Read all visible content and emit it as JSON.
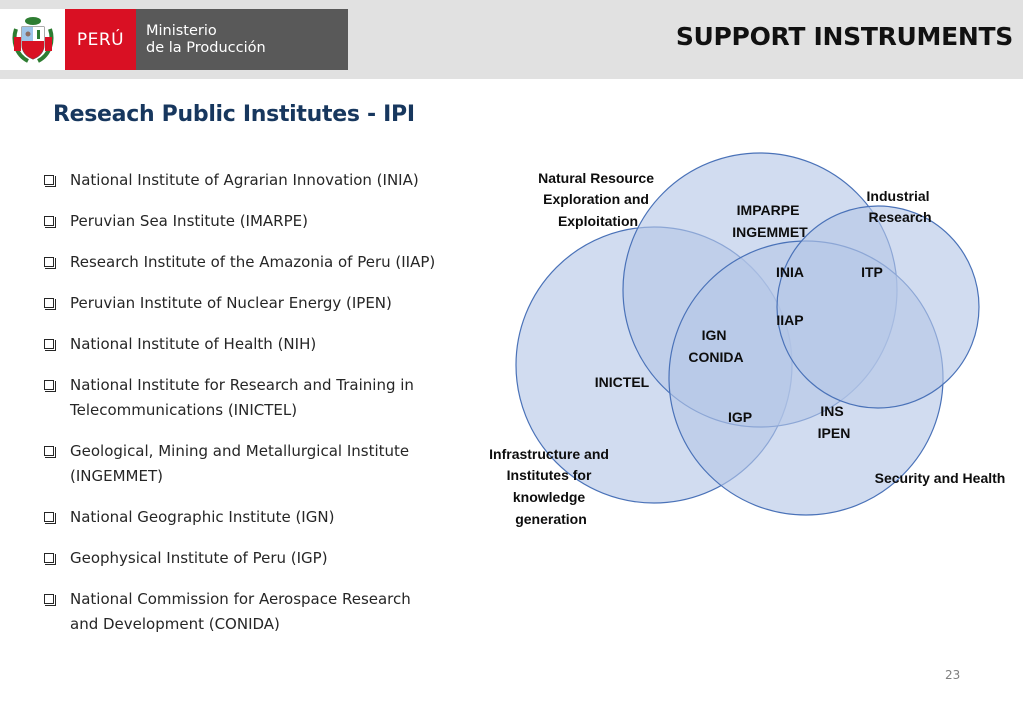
{
  "header": {
    "logo": {
      "country": "PERÚ",
      "ministry_line1": "Ministerio",
      "ministry_line2": "de la Producción"
    },
    "title": "SUPPORT INSTRUMENTS"
  },
  "subtitle": "Reseach Public Institutes - IPI",
  "bullets": [
    {
      "line1": "National Institute of Agrarian Innovation (INIA)"
    },
    {
      "line1": "Peruvian Sea Institute (IMARPE)"
    },
    {
      "line1": "Research Institute of the Amazonia of Peru (IIAP)"
    },
    {
      "line1": "Peruvian Institute of Nuclear Energy (IPEN)"
    },
    {
      "line1": "National Institute of Health (NIH)"
    },
    {
      "line1": "National Institute for Research and Training in",
      "line2": "Telecommunications (INICTEL)"
    },
    {
      "line1": "Geological, Mining and Metallurgical Institute",
      "line2": "(INGEMMET)"
    },
    {
      "line1": "National Geographic Institute (IGN)"
    },
    {
      "line1": "Geophysical Institute of Peru (IGP)"
    },
    {
      "line1": "National Commission for Aerospace Research",
      "line2": "and Development (CONIDA)"
    }
  ],
  "venn": {
    "outer_labels": {
      "natural_resource": [
        "Natural Resource",
        "Exploration and",
        "Exploitation"
      ],
      "industrial": [
        "Industrial",
        "Research"
      ],
      "infrastructure": [
        "Infrastructure and",
        "Institutes for",
        "knowledge",
        "generation"
      ],
      "security": [
        "Security and Health"
      ]
    },
    "inner_labels": {
      "imarpe_ingemmet": [
        "IMPARPE",
        "INGEMMET"
      ],
      "inia": "INIA",
      "itp": "ITP",
      "iiap": "IIAP",
      "ign_conida": [
        "IGN",
        "CONIDA"
      ],
      "inictel": "INICTEL",
      "igp": "IGP",
      "ins_ipen": [
        "INS",
        "IPEN"
      ]
    },
    "colors": {
      "fill": "#b4c7e7",
      "stroke": "#4a72b8"
    }
  },
  "page_number": "23"
}
